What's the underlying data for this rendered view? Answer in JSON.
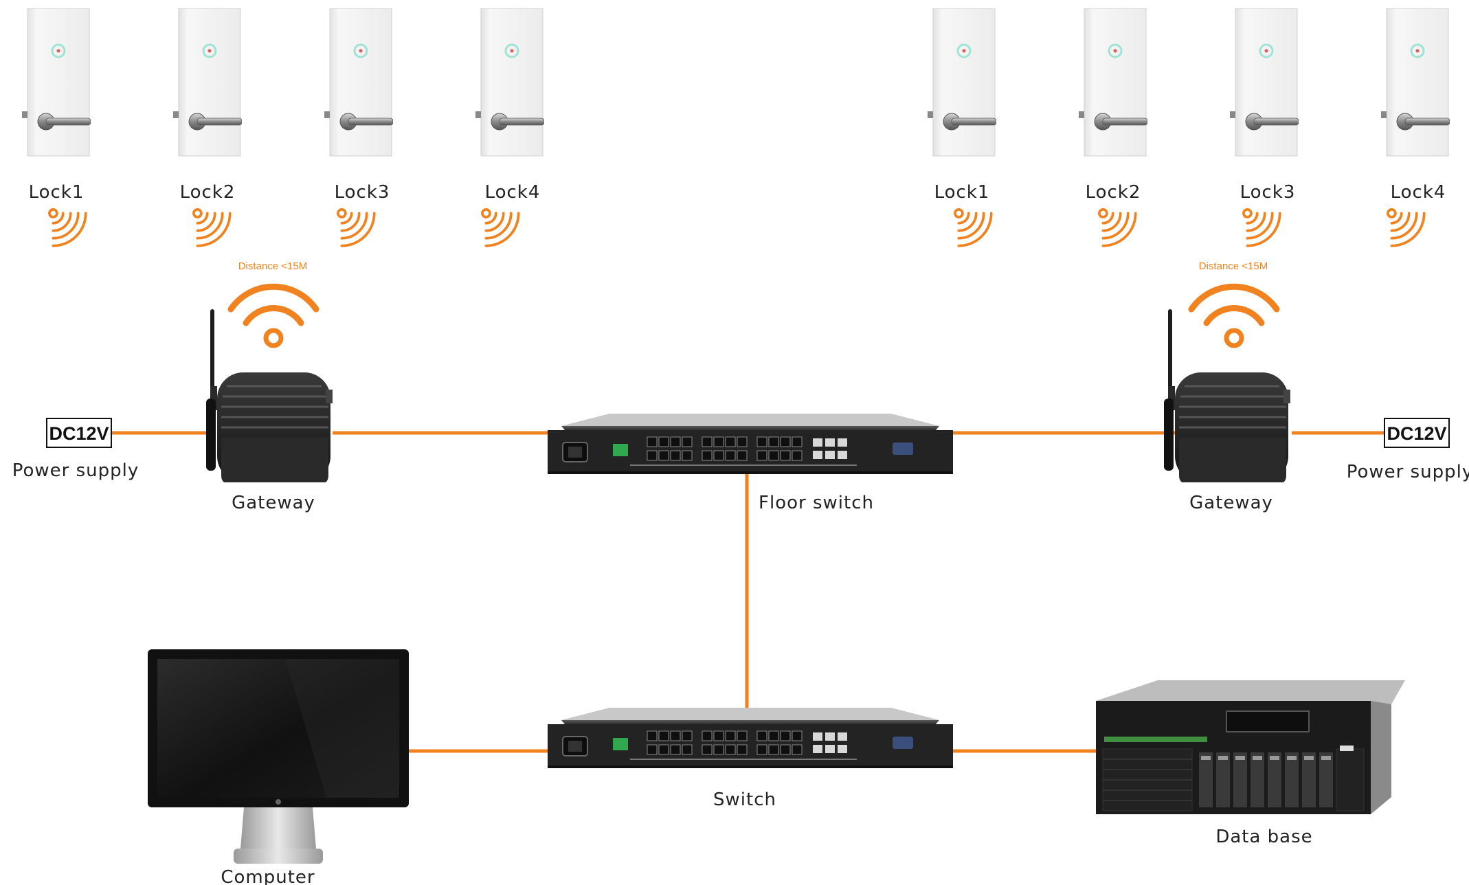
{
  "colors": {
    "link": "#f0831f",
    "wave": "#f0831f",
    "text": "#222222",
    "device_dark": "#2b2b2b",
    "door": "#f3f3f3"
  },
  "left_group": {
    "locks": [
      "Lock1",
      "Lock2",
      "Lock3",
      "Lock4"
    ],
    "distance_label": "Distance <15M",
    "gateway_label": "Gateway",
    "power_box": "DC12V",
    "power_label": "Power supply"
  },
  "right_group": {
    "locks": [
      "Lock1",
      "Lock2",
      "Lock3",
      "Lock4"
    ],
    "distance_label": "Distance <15M",
    "gateway_label": "Gateway",
    "power_box": "DC12V",
    "power_label": "Power supply"
  },
  "floor_switch_label": "Floor switch",
  "switch_label": "Switch",
  "computer_label": "Computer",
  "database_label": "Data base",
  "icons": {
    "lock": "door-lock-icon",
    "wave": "signal-waves-icon",
    "wifi": "wifi-icon",
    "gateway": "gateway-icon",
    "switch": "network-switch-icon",
    "monitor": "monitor-icon",
    "server": "server-icon"
  }
}
